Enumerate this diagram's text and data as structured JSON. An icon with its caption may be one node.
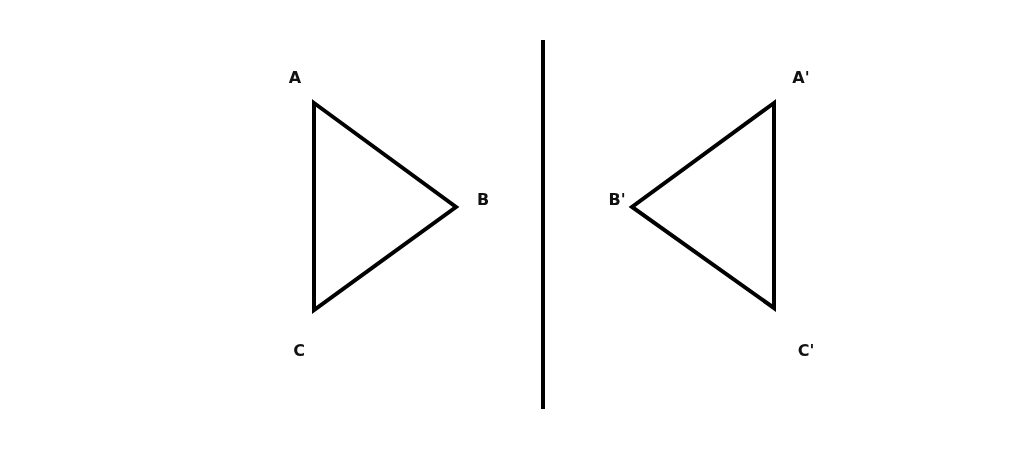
{
  "diagram": {
    "labels": [
      "A",
      "A'",
      "B",
      "B'",
      "C",
      "C'"
    ]
  }
}
